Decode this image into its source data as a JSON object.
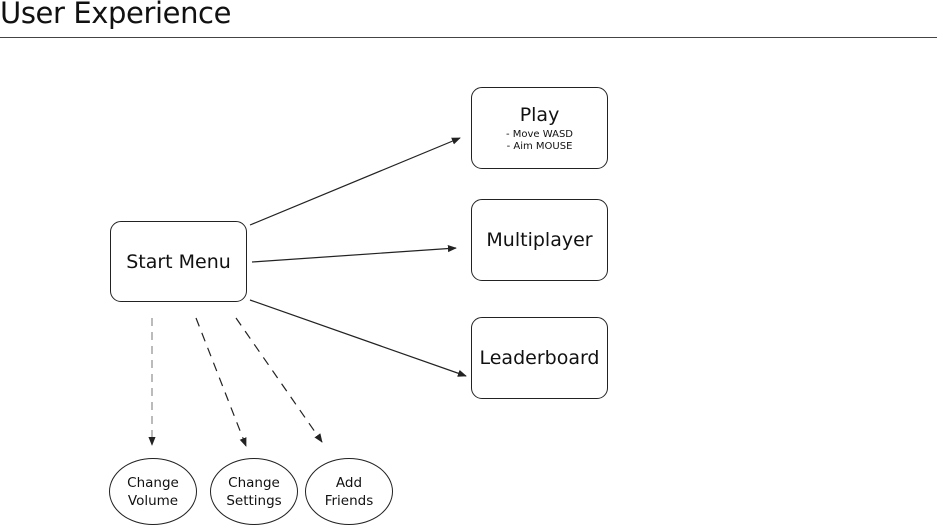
{
  "title": "User Experience",
  "nodes": {
    "start_menu": {
      "label": "Start Menu"
    },
    "play": {
      "label": "Play",
      "details": [
        "- Move WASD",
        "- Aim MOUSE"
      ]
    },
    "multiplayer": {
      "label": "Multiplayer"
    },
    "leaderboard": {
      "label": "Leaderboard"
    },
    "change_volume": {
      "label": "Change\nVolume"
    },
    "change_settings": {
      "label": "Change\nSettings"
    },
    "add_friends": {
      "label": "Add\nFriends"
    }
  },
  "connections": [
    {
      "from": "Start Menu",
      "to": "Play",
      "style": "solid"
    },
    {
      "from": "Start Menu",
      "to": "Multiplayer",
      "style": "solid"
    },
    {
      "from": "Start Menu",
      "to": "Leaderboard",
      "style": "solid"
    },
    {
      "from": "Start Menu",
      "to": "Change Volume",
      "style": "dashed"
    },
    {
      "from": "Start Menu",
      "to": "Change Settings",
      "style": "dashed"
    },
    {
      "from": "Start Menu",
      "to": "Add Friends",
      "style": "dashed"
    }
  ],
  "colors": {
    "stroke": "#222222",
    "text": "#111111",
    "background": "#ffffff"
  }
}
